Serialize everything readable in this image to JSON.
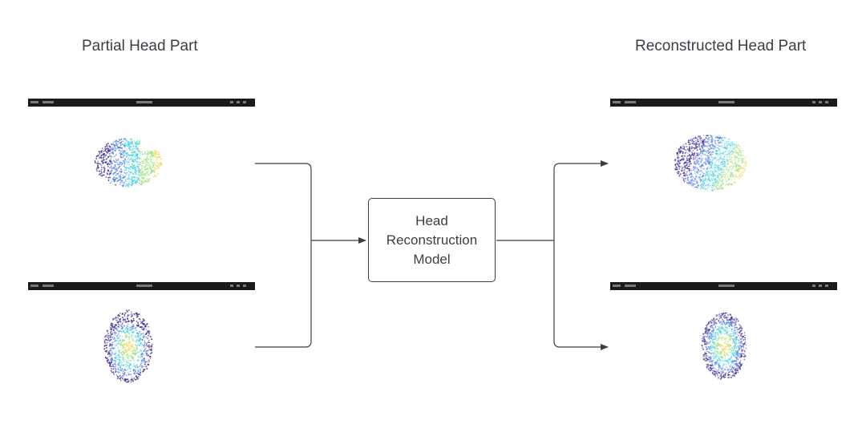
{
  "titles": {
    "input": "Partial Head Part",
    "output": "Reconstructed Head Part"
  },
  "model": {
    "label": "Head Reconstruction Model"
  },
  "colors": {
    "stroke": "#3b3f45",
    "viewer_bar": "#1b1b1b",
    "cloud_dark": "#2e1f8c",
    "cloud_blue": "#4d7de0",
    "cloud_cyan": "#48d0e0",
    "cloud_green": "#9be07a",
    "cloud_yellow": "#f2d55a"
  }
}
